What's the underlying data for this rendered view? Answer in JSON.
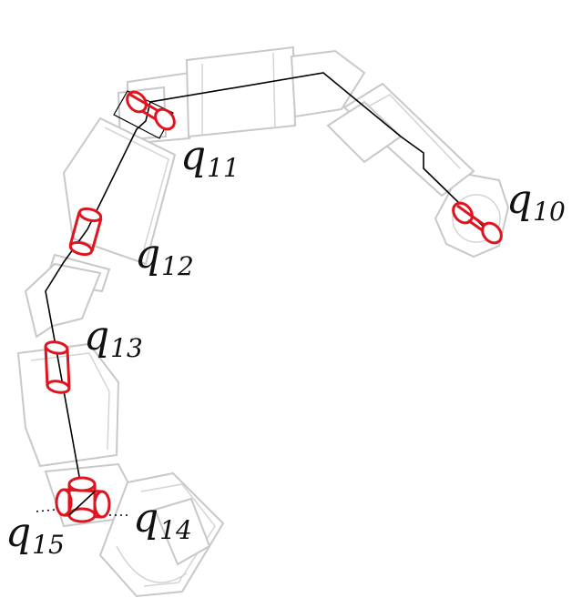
{
  "colors": {
    "joint": "#e0141e",
    "link": "#c8c8c8",
    "axis": "#000000"
  },
  "joints": [
    {
      "id": "q10",
      "symbol": "q",
      "index": "10"
    },
    {
      "id": "q11",
      "symbol": "q",
      "index": "11"
    },
    {
      "id": "q12",
      "symbol": "q",
      "index": "12"
    },
    {
      "id": "q13",
      "symbol": "q",
      "index": "13"
    },
    {
      "id": "q14",
      "symbol": "q",
      "index": "14"
    },
    {
      "id": "q15",
      "symbol": "q",
      "index": "15"
    }
  ]
}
